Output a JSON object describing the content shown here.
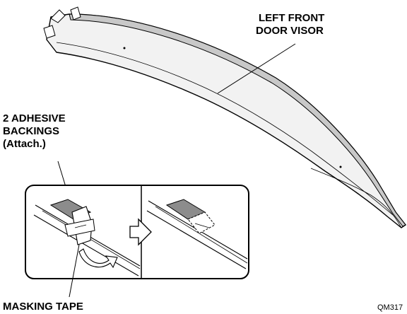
{
  "labels": {
    "visor_line1": "LEFT FRONT",
    "visor_line2": "DOOR VISOR",
    "backings_line1": "2 ADHESIVE",
    "backings_line2": "BACKINGS",
    "backings_line3": "(Attach.)",
    "masking_tape": "MASKING TAPE",
    "figure_code": "QM317"
  },
  "colors": {
    "line": "#000000",
    "visor_fill": "#f2f2f2",
    "visor_shade": "#c8c8c8",
    "tape": "#8c8c8c",
    "panel_fill": "#ffffff"
  }
}
